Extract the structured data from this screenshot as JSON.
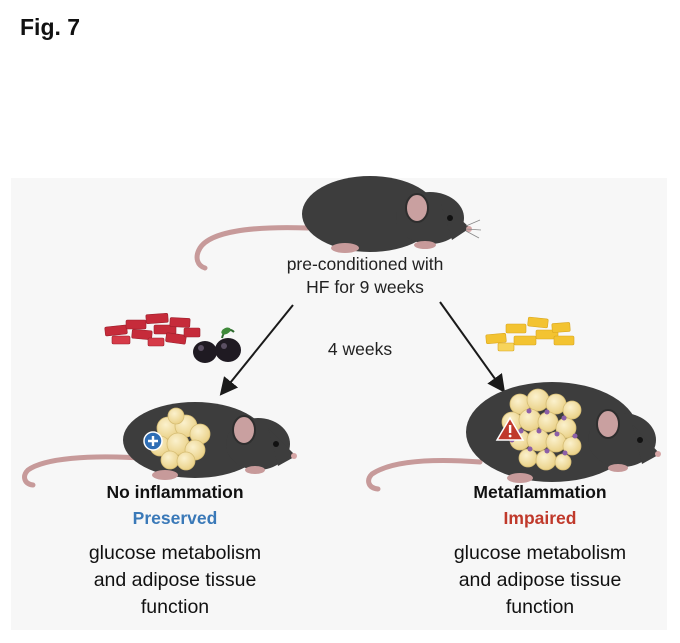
{
  "figure_label": "Fig. 7",
  "center_text_line1": "pre-conditioned with",
  "center_text_line2": "HF for 9 weeks",
  "duration_label": "4 weeks",
  "left_outcome": {
    "status": "No inflammation",
    "result": "Preserved",
    "result_color": "#3a79b8",
    "desc_line1": "glucose metabolism",
    "desc_line2": "and adipose tissue",
    "desc_line3": "function"
  },
  "right_outcome": {
    "status": "Metaflammation",
    "result": "Impaired",
    "result_color": "#c0392b",
    "desc_line1": "glucose metabolism",
    "desc_line2": "and adipose tissue",
    "desc_line3": "function"
  },
  "colors": {
    "mouse_body": "#3d3d3d",
    "mouse_tail": "#c79a9a",
    "red_food": "#c62b3a",
    "yellow_food": "#f3c331",
    "berry": "#1f1a22",
    "fat_cells": "#f2dea2"
  }
}
